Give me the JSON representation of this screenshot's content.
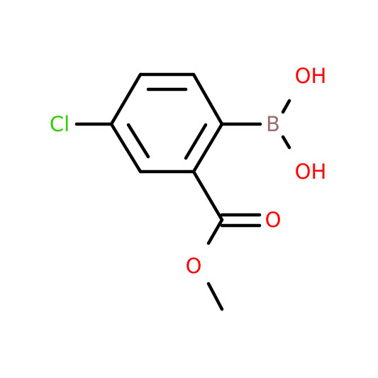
{
  "atoms": {
    "cl": {
      "text": "Cl",
      "color": "#33cc00"
    },
    "b": {
      "text": "B",
      "color": "#9a6e6e"
    },
    "oh_top": {
      "text": "OH",
      "color": "#ff0000"
    },
    "oh_bottom": {
      "text": "OH",
      "color": "#ff0000"
    },
    "o_carbonyl": {
      "text": "O",
      "color": "#ff0000"
    },
    "o_ester": {
      "text": "O",
      "color": "#ff0000"
    }
  },
  "bond_color": "#000000"
}
